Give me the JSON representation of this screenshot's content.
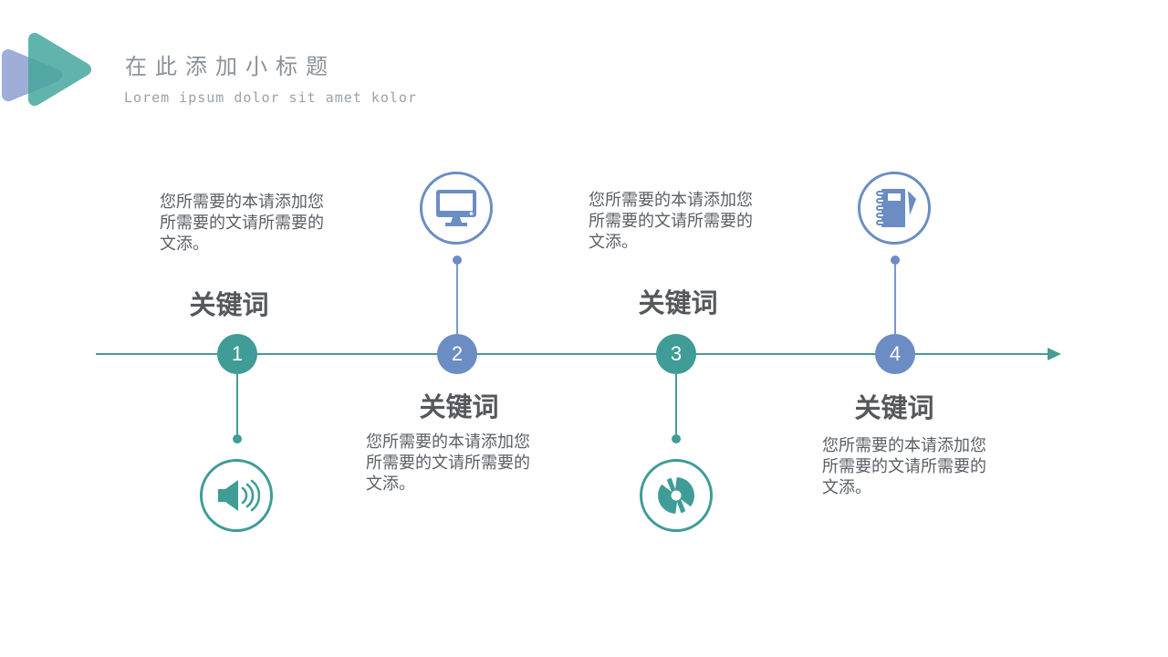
{
  "header": {
    "title": "在此添加小标题",
    "subtitle": "Lorem ipsum dolor sit amet kolor"
  },
  "colors": {
    "teal": "#3f9c96",
    "blue": "#6b8dc3",
    "axis_line": "#4a9a95",
    "logo_back": "#9fadd9",
    "logo_front": "#46a79d",
    "title_text": "#8b9299",
    "subtitle_text": "#9aa2ab",
    "keyword_text": "#54585c",
    "body_text": "#5a6065"
  },
  "timeline": {
    "nodes": [
      {
        "number": "1",
        "keyword": "关键词",
        "description": "您所需要的本请添加您\n所需要的文请所需要的\n文添。",
        "icon": "speaker-icon",
        "color": "#3f9c96",
        "text_position": "above"
      },
      {
        "number": "2",
        "keyword": "关键词",
        "description": "您所需要的本请添加您\n所需要的文请所需要的\n文添。",
        "icon": "monitor-icon",
        "color": "#6b8dc3",
        "text_position": "below"
      },
      {
        "number": "3",
        "keyword": "关键词",
        "description": "您所需要的本请添加您\n所需要的文请所需要的\n文添。",
        "icon": "cd-icon",
        "color": "#3f9c96",
        "text_position": "above"
      },
      {
        "number": "4",
        "keyword": "关键词",
        "description": "您所需要的本请添加您\n所需要的文请所需要的\n文添。",
        "icon": "notebook-icon",
        "color": "#6b8dc3",
        "text_position": "below"
      }
    ]
  }
}
